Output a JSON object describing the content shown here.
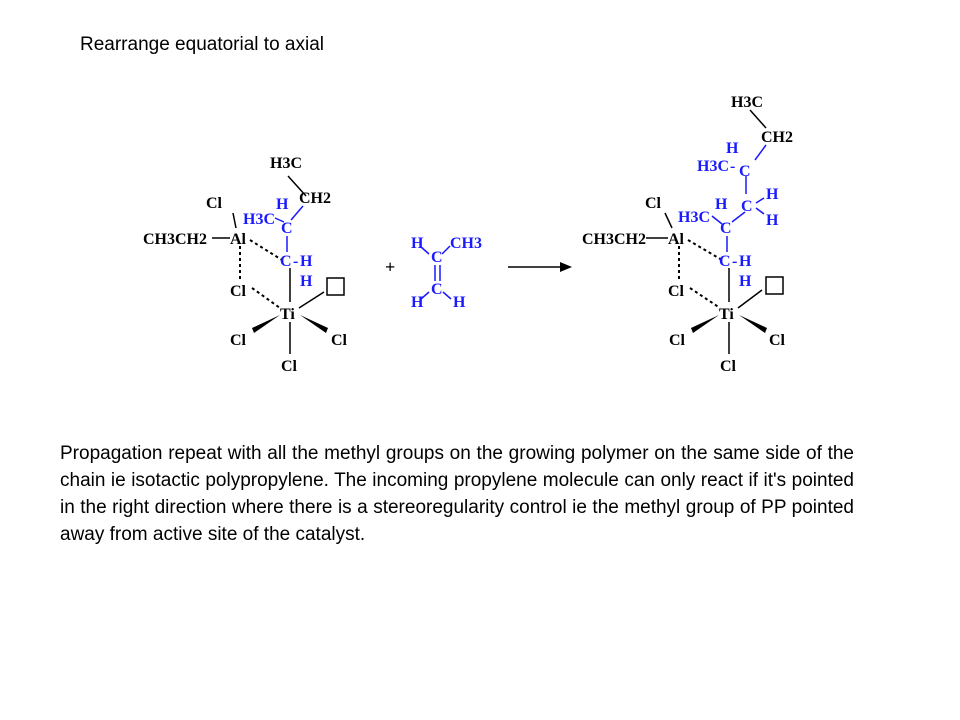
{
  "heading": "Rearrange equatorial to axial",
  "description": "Propagation repeat with all the methyl groups on the growing polymer on the same side of the chain ie isotactic polypropylene. The incoming propylene molecule can only react if it's pointed in the right direction where there is a stereoregularity control ie the methyl group of PP pointed away from active site of the catalyst.",
  "reactant": {
    "alkyl": "CH3CH2",
    "al": "Al",
    "ti": "Ti",
    "cl": "Cl",
    "h3c": "H3C",
    "ch2": "CH2",
    "h": "H",
    "c": "C"
  },
  "monomer": {
    "h": "H",
    "c": "C",
    "ch3": "CH3"
  },
  "plus": "+",
  "product": {
    "alkyl": "CH3CH2",
    "al": "Al",
    "ti": "Ti",
    "cl": "Cl",
    "h3c": "H3C",
    "ch2": "CH2",
    "h": "H",
    "c": "C"
  },
  "colors": {
    "text": "#000000",
    "new_atoms": "#1a1aff"
  }
}
